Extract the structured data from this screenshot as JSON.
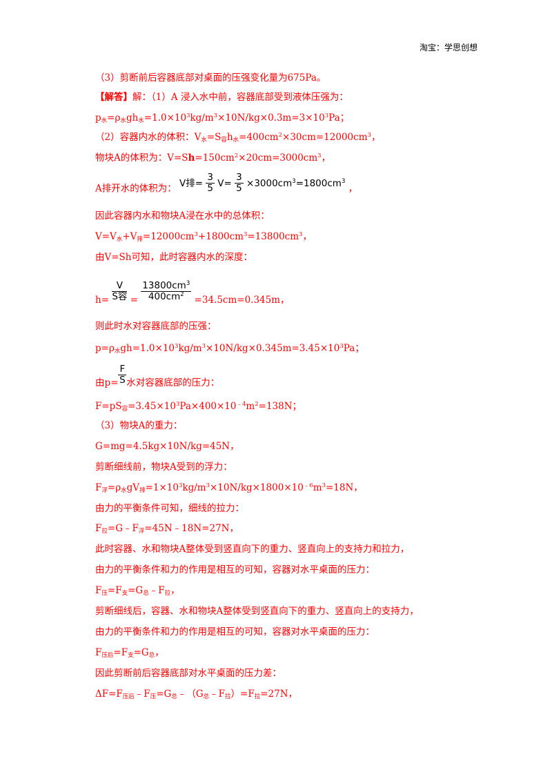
{
  "header": {
    "text": "淘宝：学思创想"
  },
  "lines": [
    {
      "id": "l1",
      "parts": [
        {
          "t": "（3）剪断前后容器底部对桌面的压强变化量为675Pa。"
        }
      ]
    },
    {
      "id": "l2",
      "parts": [
        {
          "t": "【解答】",
          "b": true
        },
        {
          "t": "解：（1）A 浸入水中前，容器底部受到液体压强为："
        }
      ]
    },
    {
      "id": "l3",
      "parts": [
        {
          "t": "p"
        },
        {
          "t": "水",
          "sub": true
        },
        {
          "t": "=ρ"
        },
        {
          "t": "水",
          "sub": true
        },
        {
          "t": "gh"
        },
        {
          "t": "水",
          "sub": true
        },
        {
          "t": "=1.0×10"
        },
        {
          "t": "3",
          "sup": true
        },
        {
          "t": "kg/m"
        },
        {
          "t": "3",
          "sup": true
        },
        {
          "t": "×10N/kg×0.3m=3×10"
        },
        {
          "t": "3",
          "sup": true
        },
        {
          "t": "Pa；"
        }
      ]
    },
    {
      "id": "l4",
      "parts": [
        {
          "t": "（2）容器内水的体积：V"
        },
        {
          "t": "水",
          "sub": true
        },
        {
          "t": "=S"
        },
        {
          "t": "容",
          "sub": true
        },
        {
          "t": "h"
        },
        {
          "t": "水",
          "sub": true
        },
        {
          "t": "=400cm"
        },
        {
          "t": "2",
          "sup": true
        },
        {
          "t": "×30cm=12000cm"
        },
        {
          "t": "3",
          "sup": true
        },
        {
          "t": "，"
        }
      ]
    },
    {
      "id": "l5",
      "parts": [
        {
          "t": "物块A的体积为：V=S"
        },
        {
          "t": "h",
          "b": true
        },
        {
          "t": "=150cm"
        },
        {
          "t": "2",
          "sup": true
        },
        {
          "t": "×20cm=3000cm"
        },
        {
          "t": "3",
          "sup": true
        },
        {
          "t": "，"
        }
      ]
    },
    {
      "id": "l7",
      "parts": [
        {
          "t": "因此容器内水和物块A浸在水中的总体积："
        }
      ]
    },
    {
      "id": "l8",
      "parts": [
        {
          "t": "V=V"
        },
        {
          "t": "水",
          "sub": true
        },
        {
          "t": "+V"
        },
        {
          "t": "排",
          "sub": true
        },
        {
          "t": "=12000cm"
        },
        {
          "t": "3",
          "sup": true
        },
        {
          "t": "+1800cm"
        },
        {
          "t": "3",
          "sup": true
        },
        {
          "t": "=13800cm"
        },
        {
          "t": "3",
          "sup": true
        },
        {
          "t": "，"
        }
      ]
    },
    {
      "id": "l9",
      "parts": [
        {
          "t": "由V=Sh可知，此时容器内水的深度："
        }
      ]
    },
    {
      "id": "l11",
      "parts": [
        {
          "t": "则此时水对容器底部的压强："
        }
      ]
    },
    {
      "id": "l12",
      "parts": [
        {
          "t": "p=ρ"
        },
        {
          "t": "水",
          "sub": true
        },
        {
          "t": "gh=1.0×10"
        },
        {
          "t": "3",
          "sup": true
        },
        {
          "t": "kg/m"
        },
        {
          "t": "3",
          "sup": true
        },
        {
          "t": "×10N/kg×0.345m=3.45×10"
        },
        {
          "t": "3",
          "sup": true
        },
        {
          "t": "Pa；"
        }
      ]
    },
    {
      "id": "l14",
      "parts": [
        {
          "t": "F=pS"
        },
        {
          "t": "容",
          "sub": true
        },
        {
          "t": "=3.45×10"
        },
        {
          "t": "3",
          "sup": true
        },
        {
          "t": "Pa×400×10"
        },
        {
          "t": "﹣4",
          "sup": true
        },
        {
          "t": "m"
        },
        {
          "t": "2",
          "sup": true
        },
        {
          "t": "=138N；"
        }
      ]
    },
    {
      "id": "l15",
      "parts": [
        {
          "t": "（3）物块A的重力："
        }
      ]
    },
    {
      "id": "l16",
      "parts": [
        {
          "t": "G=mg=4.5kg×10N/kg=45N，"
        }
      ]
    },
    {
      "id": "l17",
      "parts": [
        {
          "t": "剪断细线前，物块A受到的浮力："
        }
      ]
    },
    {
      "id": "l18",
      "parts": [
        {
          "t": "F"
        },
        {
          "t": "浮",
          "sub": true
        },
        {
          "t": "=ρ"
        },
        {
          "t": "水",
          "sub": true
        },
        {
          "t": "gV"
        },
        {
          "t": "排",
          "sub": true
        },
        {
          "t": "=1×10"
        },
        {
          "t": "3",
          "sup": true
        },
        {
          "t": "kg/m"
        },
        {
          "t": "3",
          "sup": true
        },
        {
          "t": "×10N/kg×1800×10"
        },
        {
          "t": "﹣6",
          "sup": true
        },
        {
          "t": "m"
        },
        {
          "t": "3",
          "sup": true
        },
        {
          "t": "=18N，"
        }
      ]
    },
    {
      "id": "l19",
      "parts": [
        {
          "t": "由力的平衡条件可知，细线的拉力："
        }
      ]
    },
    {
      "id": "l20",
      "parts": [
        {
          "t": "F"
        },
        {
          "t": "拉",
          "sub": true
        },
        {
          "t": "=G﹣F"
        },
        {
          "t": "浮",
          "sub": true
        },
        {
          "t": "=45N﹣18N=27N，"
        }
      ]
    },
    {
      "id": "l21",
      "parts": [
        {
          "t": "此时容器、水和物块A整体受到竖直向下的重力、竖直向上的支持力和拉力，"
        }
      ]
    },
    {
      "id": "l22",
      "parts": [
        {
          "t": "由力的平衡条件和力的作用是相互的可知，容器对水平桌面的压力："
        }
      ]
    },
    {
      "id": "l23",
      "parts": [
        {
          "t": "F"
        },
        {
          "t": "压",
          "sub": true
        },
        {
          "t": "=F"
        },
        {
          "t": "支",
          "sub": true
        },
        {
          "t": "=G"
        },
        {
          "t": "总",
          "sub": true
        },
        {
          "t": "﹣F"
        },
        {
          "t": "拉",
          "sub": true
        },
        {
          "t": "，"
        }
      ]
    },
    {
      "id": "l24",
      "parts": [
        {
          "t": "剪断细线后，容器、水和物块A整体受到竖直向下的重力、竖直向上的支持力，"
        }
      ]
    },
    {
      "id": "l25",
      "parts": [
        {
          "t": "由力的平衡条件和力的作用是相互的可知，容器对水平桌面的压力："
        }
      ]
    },
    {
      "id": "l26",
      "parts": [
        {
          "t": "F"
        },
        {
          "t": "压后",
          "sub": true
        },
        {
          "t": "=F"
        },
        {
          "t": "支",
          "sub": true
        },
        {
          "t": "=G"
        },
        {
          "t": "总",
          "sub": true
        },
        {
          "t": "，"
        }
      ]
    },
    {
      "id": "l27",
      "parts": [
        {
          "t": "因此剪断前后容器底部对水平桌面的压力差："
        }
      ]
    },
    {
      "id": "l28",
      "parts": [
        {
          "t": "ΔF=F"
        },
        {
          "t": "压后",
          "sub": true
        },
        {
          "t": "﹣F"
        },
        {
          "t": "压",
          "sub": true
        },
        {
          "t": "=G"
        },
        {
          "t": "总",
          "sub": true
        },
        {
          "t": "﹣（G"
        },
        {
          "t": "总",
          "sub": true
        },
        {
          "t": "﹣F"
        },
        {
          "t": "拉",
          "sub": true
        },
        {
          "t": "）=F"
        },
        {
          "t": "拉",
          "sub": true
        },
        {
          "t": "=27N，"
        }
      ]
    }
  ],
  "formula_vdisp": {
    "label": "A排开水的体积为：",
    "lhs": "V排=",
    "f1_num": "3",
    "f1_den": "5",
    "mid": "V=",
    "f2_num": "3",
    "f2_den": "5",
    "rhs": "×3000cm",
    "rhs_sup": "3",
    "rhs2": "=1800cm",
    "rhs2_sup": "3",
    "tail": "，"
  },
  "formula_depth": {
    "prefix": "h=",
    "f1_num": "V",
    "f1_den": "S容",
    "eq": "=",
    "f2_num": "13800cm",
    "f2_num_sup": "3",
    "f2_den": "400cm",
    "f2_den_sup": "2",
    "rhs": "=34.5cm=0.345m，"
  },
  "formula_pressure": {
    "prefix": "由p=",
    "f_num": "F",
    "f_den": "S",
    "suffix": "水对容器底部的压力："
  }
}
